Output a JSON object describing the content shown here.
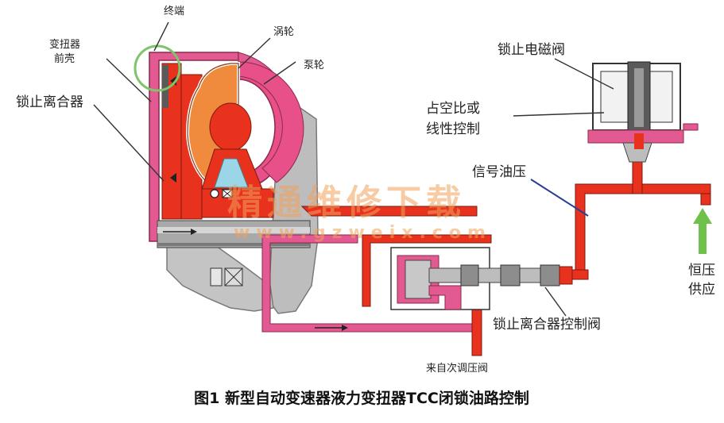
{
  "labels": {
    "end_cap": "终端",
    "converter_cover_l1": "变扭器",
    "converter_cover_l2": "前壳",
    "lockup_clutch": "锁止离合器",
    "turbine": "涡轮",
    "pump": "泵轮",
    "lockup_solenoid": "锁止电磁阀",
    "duty_l1": "占空比或",
    "duty_l2": "线性控制",
    "signal_pressure": "信号油压",
    "constant_supply_l1": "恒压",
    "constant_supply_l2": "供应",
    "lockup_control_valve": "锁止离合器控制阀",
    "from_regulator": "来自次调压阀"
  },
  "watermark": {
    "line1": "精通维修下载",
    "line2": "www.gzweix.com"
  },
  "caption": "图1 新型自动变速器液力变扭器TCC闭锁油路控制",
  "colors": {
    "oil_red": "#e8321e",
    "housing_pink": "#e35a92",
    "turbine_orange": "#f08a3c",
    "pump_pink": "#e8508a",
    "gray_metal": "#b7b7b7",
    "supply_arrow_green": "#6ec24c",
    "highlight_circle_green": "#7dc46a",
    "signal_line_blue": "#2b3d9a"
  }
}
